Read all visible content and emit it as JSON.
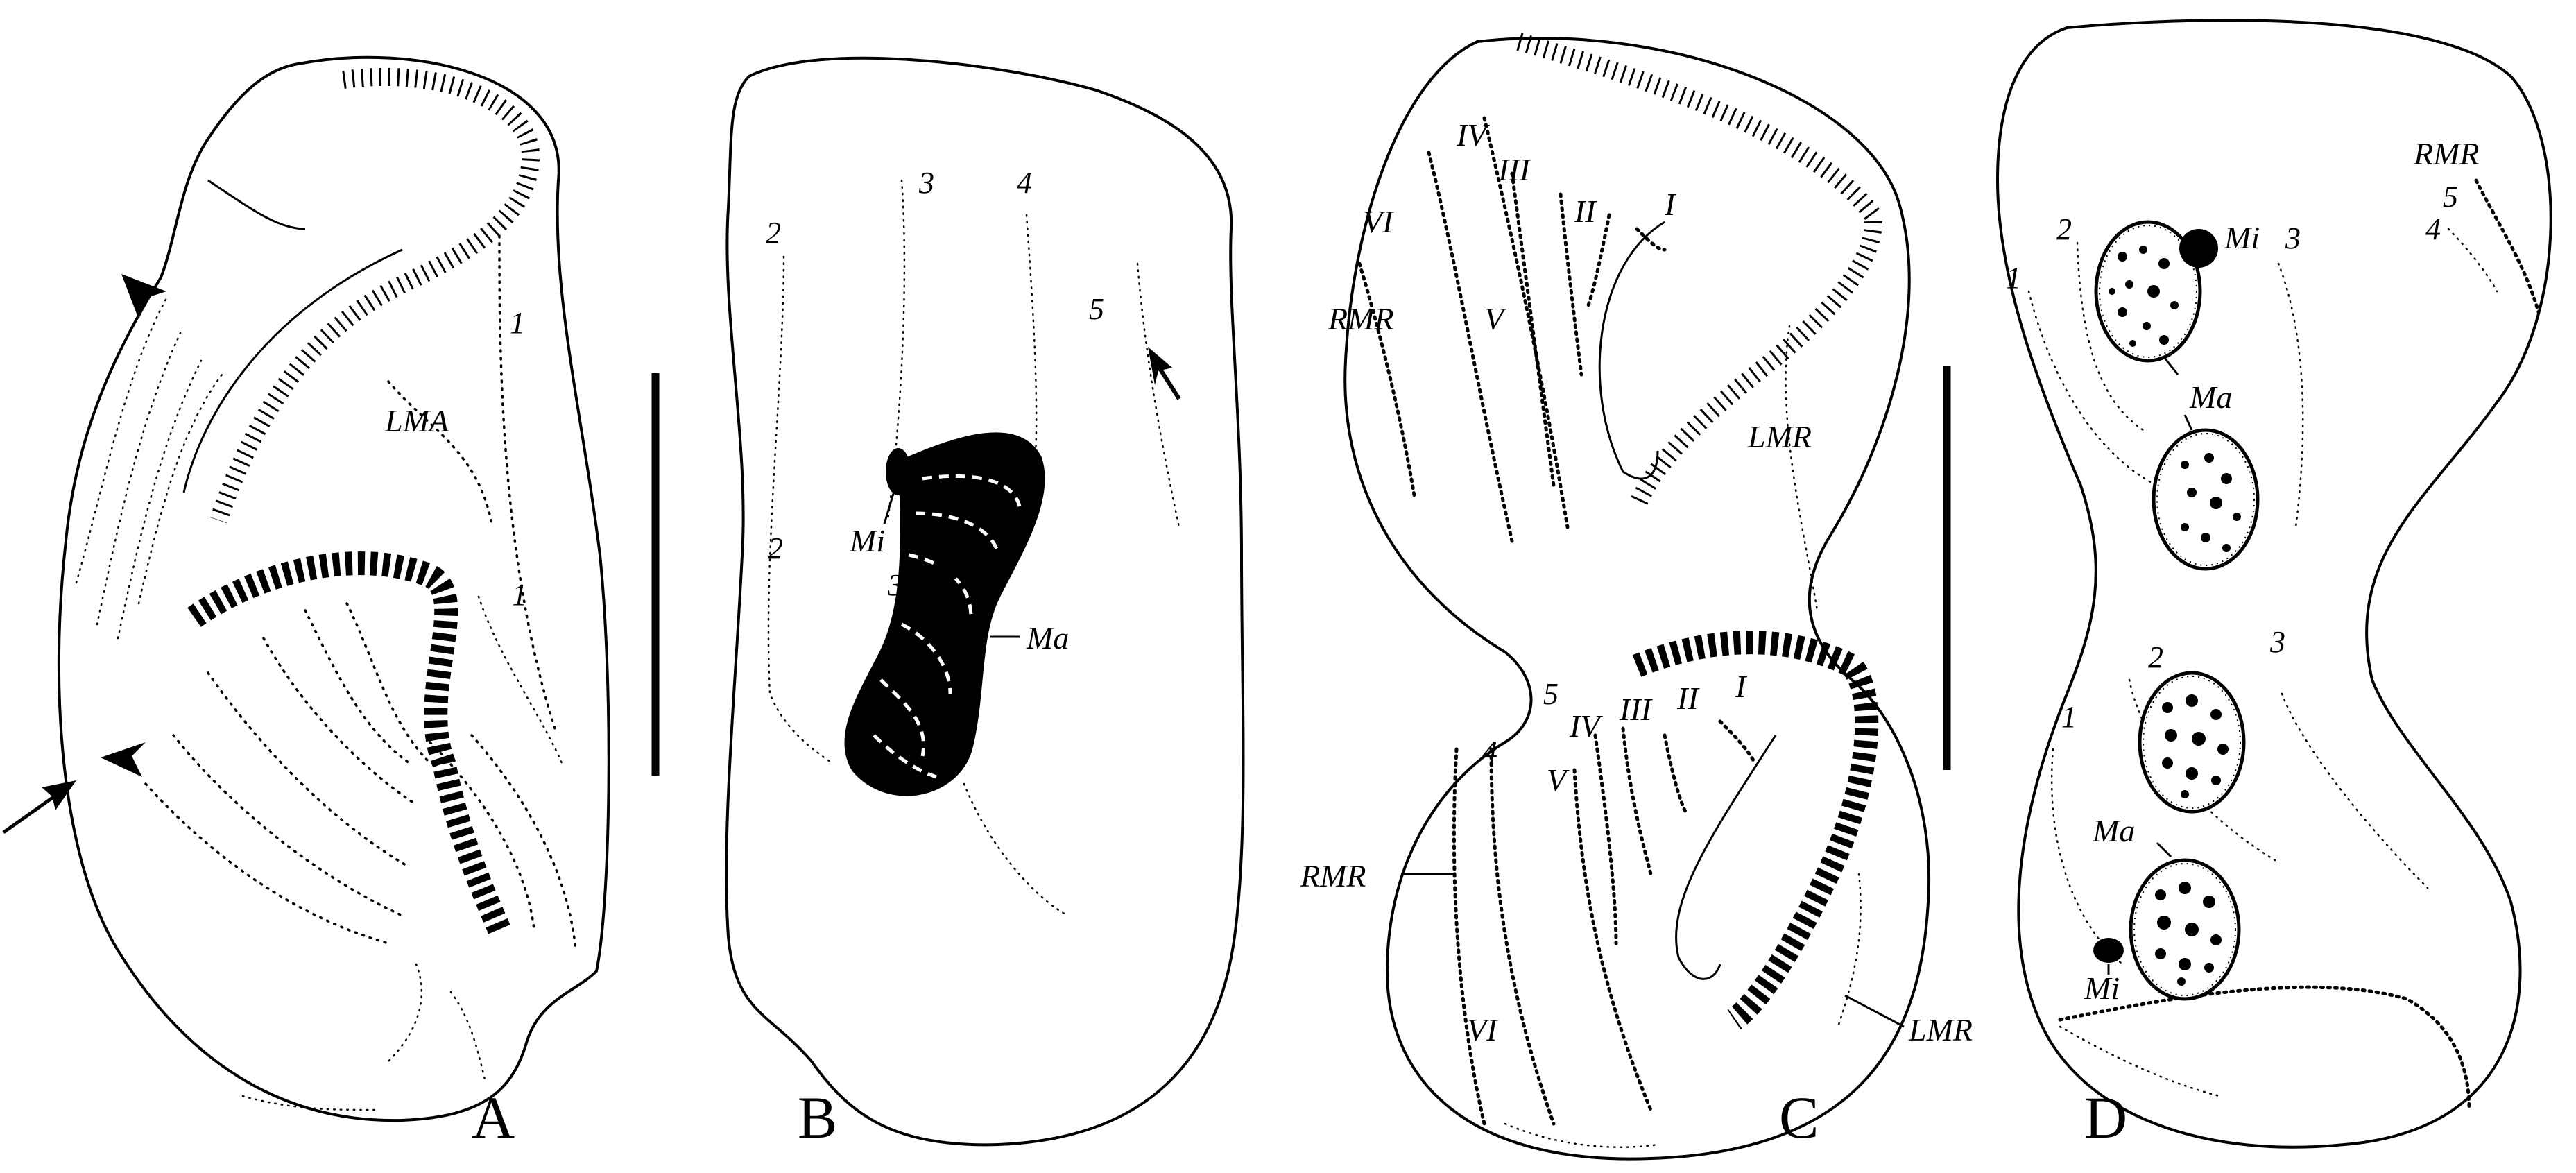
{
  "panels": [
    {
      "label": "A",
      "labels": {
        "lma": "LMA",
        "one_a": "1",
        "one_b": "1"
      }
    },
    {
      "label": "B",
      "labels": {
        "two_a": "2",
        "two_b": "2",
        "three_a": "3",
        "three_b": "3",
        "four": "4",
        "five": "5",
        "mi": "Mi",
        "ma": "Ma"
      }
    },
    {
      "label": "C",
      "labels": {
        "IV": "IV",
        "III": "III",
        "II": "II",
        "I": "I",
        "VI": "VI",
        "V": "V",
        "RMR": "RMR",
        "LMR": "LMR",
        "five": "5",
        "four": "4",
        "IV_b": "IV",
        "III_b": "III",
        "II_b": "II",
        "I_b": "I",
        "V_b": "V",
        "RMR_b": "RMR",
        "VI_b": "VI",
        "LMR_b": "LMR"
      }
    },
    {
      "label": "D",
      "labels": {
        "RMR": "RMR",
        "five": "5",
        "four": "4",
        "one": "1",
        "two": "2",
        "mi": "Mi",
        "three": "3",
        "ma": "Ma",
        "two_b": "2",
        "three_b": "3",
        "one_b": "1",
        "ma_b": "Ma",
        "mi_b": "Mi"
      }
    }
  ],
  "scale_bars": 2,
  "colors": {
    "ink": "#000000",
    "paper": "#ffffff"
  }
}
